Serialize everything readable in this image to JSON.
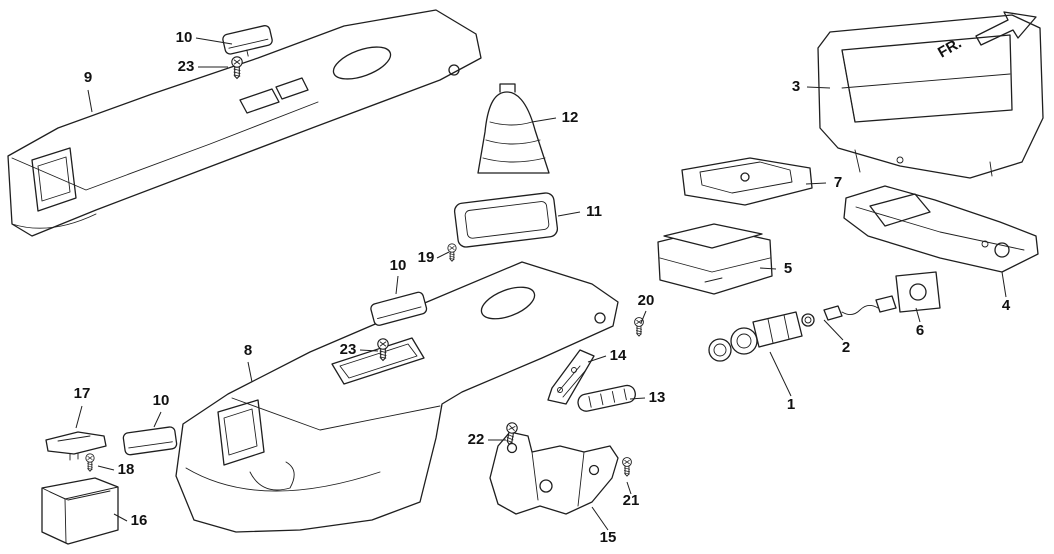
{
  "diagram": {
    "background": "#ffffff",
    "line_color": "#1f1f1f",
    "direction_label": "FR.",
    "callouts": [
      {
        "ref": "10"
      },
      {
        "ref": "23"
      },
      {
        "ref": "9"
      },
      {
        "ref": "12"
      },
      {
        "ref": "11"
      },
      {
        "ref": "19"
      },
      {
        "ref": "10"
      },
      {
        "ref": "3"
      },
      {
        "ref": "7"
      },
      {
        "ref": "5"
      },
      {
        "ref": "4"
      },
      {
        "ref": "6"
      },
      {
        "ref": "20"
      },
      {
        "ref": "2"
      },
      {
        "ref": "1"
      },
      {
        "ref": "23"
      },
      {
        "ref": "14"
      },
      {
        "ref": "13"
      },
      {
        "ref": "8"
      },
      {
        "ref": "17"
      },
      {
        "ref": "10"
      },
      {
        "ref": "18"
      },
      {
        "ref": "22"
      },
      {
        "ref": "16"
      },
      {
        "ref": "21"
      },
      {
        "ref": "15"
      }
    ]
  }
}
